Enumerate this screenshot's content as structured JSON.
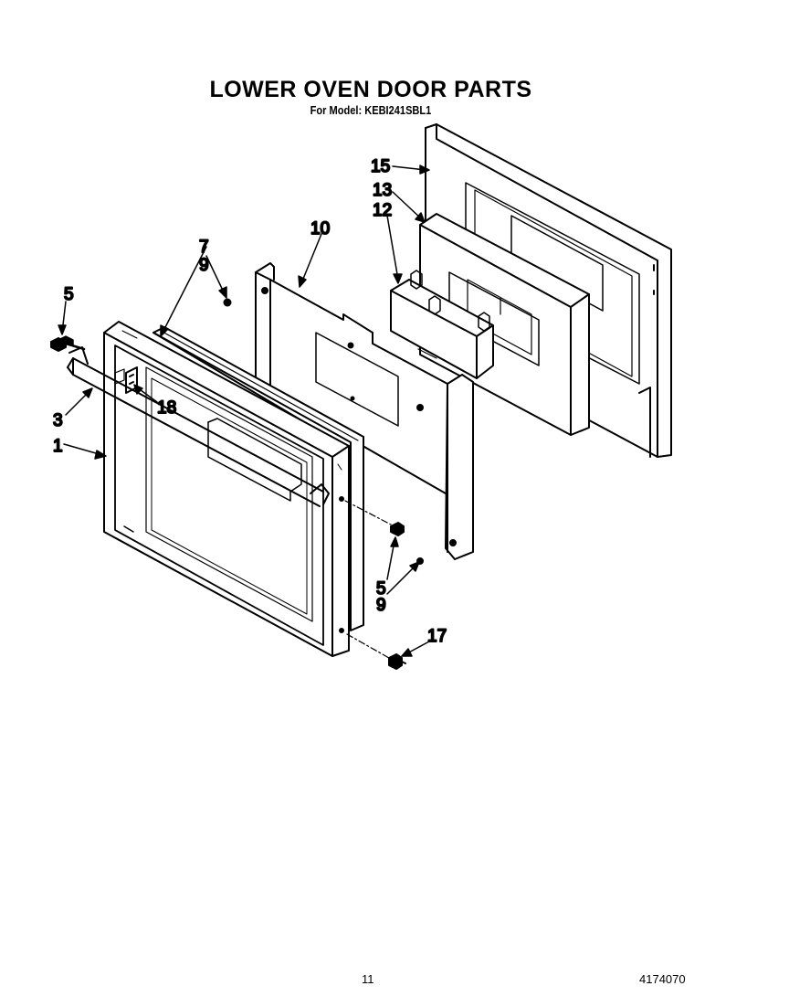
{
  "header": {
    "title": "LOWER OVEN DOOR PARTS",
    "subtitle": "For Model: KEBI241SBL1"
  },
  "callouts": {
    "c1": "1",
    "c3": "3",
    "c5_top": "5",
    "c5_bottom": "5",
    "c7": "7",
    "c9_top": "9",
    "c9_bottom": "9",
    "c10": "10",
    "c12": "12",
    "c13": "13",
    "c15": "15",
    "c17": "17",
    "c18": "18"
  },
  "footer": {
    "page_number": "11",
    "document_number": "4174070"
  }
}
